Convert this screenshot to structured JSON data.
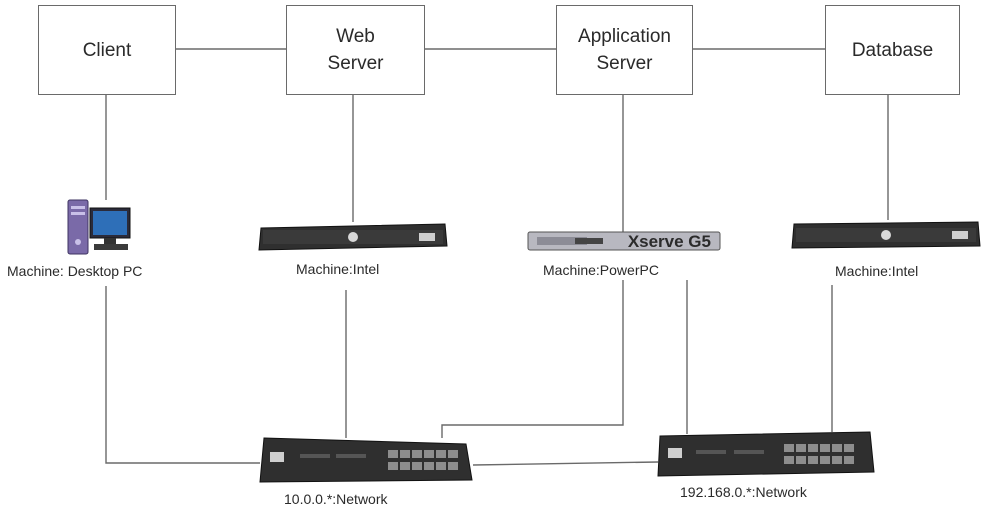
{
  "tiers": {
    "client": "Client",
    "web_server": "Web\nServer",
    "application_server": "Application\nServer",
    "database": "Database"
  },
  "machines": {
    "client": "Machine: Desktop PC",
    "web_server": "Machine:Intel",
    "application_server": "Machine:PowerPC",
    "database": "Machine:Intel"
  },
  "xserve_badge": "Xserve G5",
  "networks": {
    "left": "10.0.0.*:Network",
    "right": "192.168.0.*:Network"
  },
  "colors": {
    "line": "#6a6a6a",
    "device_body": "#2f2f2f",
    "device_face": "#3a3a3a",
    "pc_tower": "#7a6aa8",
    "xserve": "#b8b8c0"
  }
}
